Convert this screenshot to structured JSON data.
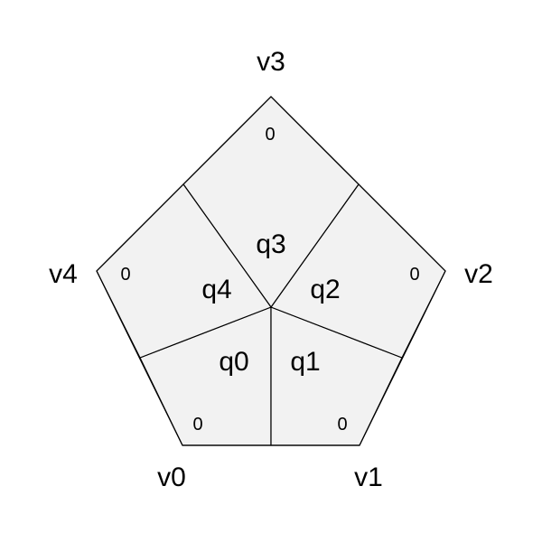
{
  "vertices": [
    "v0",
    "v1",
    "v2",
    "v3",
    "v4"
  ],
  "quads": [
    "q0",
    "q1",
    "q2",
    "q3",
    "q4"
  ],
  "corner_values": [
    "0",
    "0",
    "0",
    "0",
    "0"
  ],
  "colors": {
    "fill": "#f2f2f2",
    "stroke": "#000000",
    "text": "#000000"
  }
}
